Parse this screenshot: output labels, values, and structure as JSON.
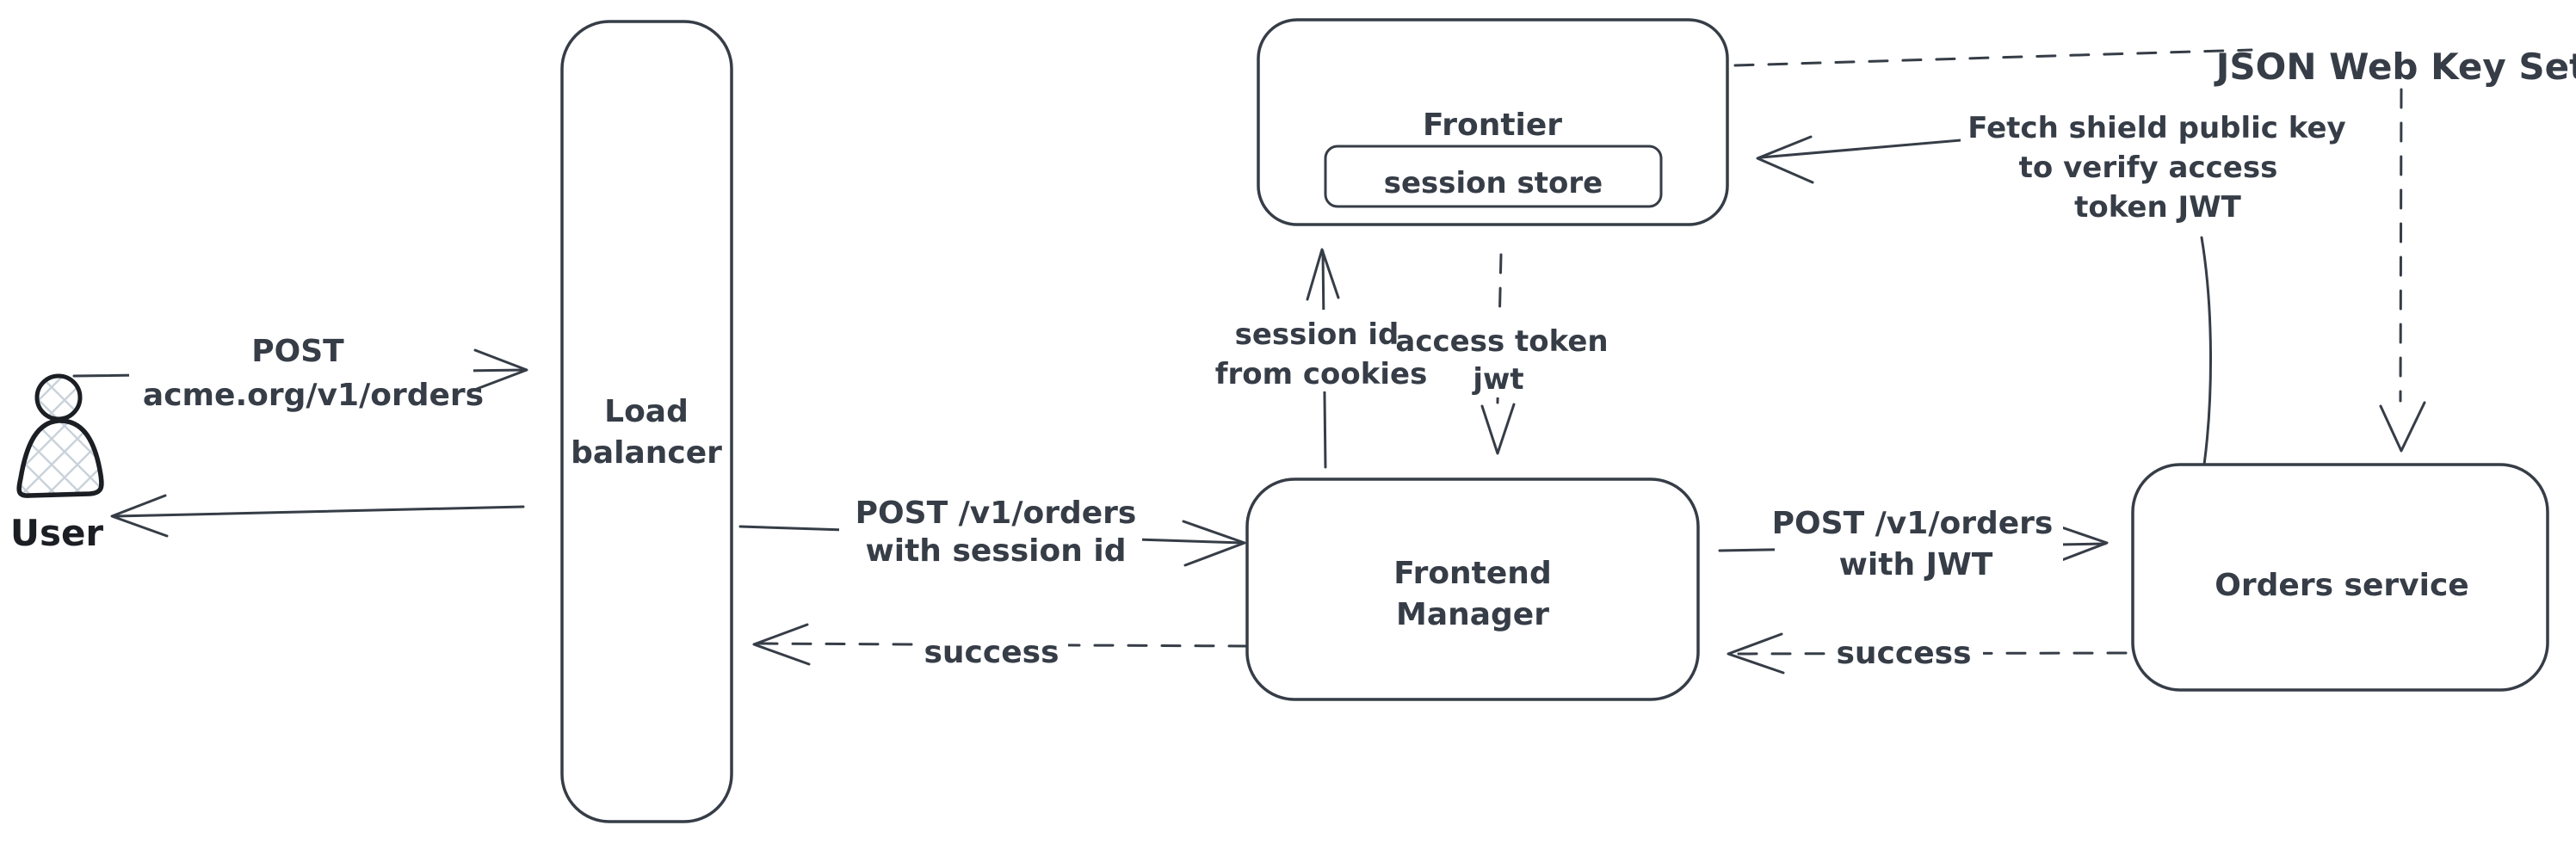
{
  "colors": {
    "background": "#ffffff",
    "ink": "#363d47",
    "user_ink": "#1b1f24",
    "hatch": "#c9d2da"
  },
  "nodes": {
    "user": {
      "label": "User"
    },
    "load_balancer": {
      "line1": "Load",
      "line2": "balancer"
    },
    "frontier": {
      "label": "Frontier"
    },
    "session_store": {
      "label": "session store"
    },
    "frontend_manager": {
      "line1": "Frontend",
      "line2": "Manager"
    },
    "orders_service": {
      "label": "Orders service"
    }
  },
  "edges": {
    "user_to_load_balancer": {
      "line1": "POST",
      "line2": "acme.org/v1/orders"
    },
    "load_balancer_to_frontend_manager": {
      "line1": "POST /v1/orders",
      "line2": "with session id"
    },
    "frontend_manager_to_load_balancer": {
      "label": "success"
    },
    "frontend_manager_to_frontier": {
      "line1": "session id",
      "line2": "from cookies"
    },
    "frontier_to_frontend_manager": {
      "line1": "access token",
      "line2": "jwt"
    },
    "frontend_manager_to_orders_service": {
      "line1": "POST /v1/orders",
      "line2": "with JWT"
    },
    "orders_service_to_frontend_manager": {
      "label": "success"
    },
    "orders_service_to_frontier": {
      "line1": "Fetch shield public key",
      "line2": "to verify access",
      "line3": "token JWT"
    },
    "json_web_key_set": {
      "label": "JSON Web Key Set"
    }
  }
}
